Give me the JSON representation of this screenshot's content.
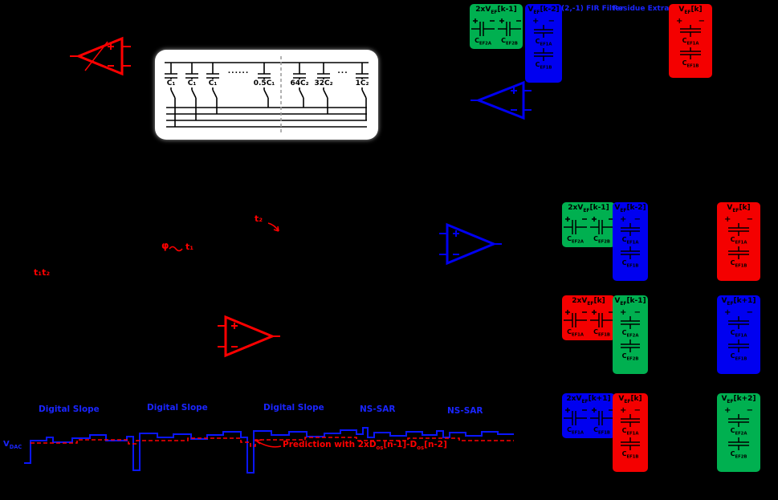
{
  "stage": {
    "background": "#000000"
  },
  "colors": {
    "red": "#ff0000",
    "green": "#00b050",
    "blue": "#0000f0",
    "white": "#ffffff"
  },
  "sym": {
    "plus": "+",
    "minus": "−"
  },
  "cdac": {
    "caps": [
      "C₁",
      "C₁",
      "C₁",
      "0.5C₁",
      "64C₂",
      "32C₂",
      "1C₂"
    ],
    "dots_left": "......",
    "dots_right": "..."
  },
  "fir": {
    "filter_label": "(2,-1) FIR Filter",
    "residue_label": "Residue Extraction"
  },
  "cap_blocks": [
    {
      "header": "2xV<sub>EF</sub>[k-1]",
      "a": "C<sub>EF2A</sub>",
      "b": "C<sub>EF2B</sub>"
    },
    {
      "header": "V<sub>EF</sub>[k-2]",
      "a": "C<sub>EF1A</sub>",
      "b": "C<sub>EF1B</sub>"
    },
    {
      "header": "V<sub>EF</sub>[k]",
      "a": "C<sub>EF1A</sub>",
      "b": "C<sub>EF1B</sub>"
    },
    {
      "header": "2xV<sub>EF</sub>[k-1]",
      "a": "C<sub>EF2A</sub>",
      "b": "C<sub>EF2B</sub>"
    },
    {
      "header": "V<sub>EF</sub>[k-2]",
      "a": "C<sub>EF1A</sub>",
      "b": "C<sub>EF1B</sub>"
    },
    {
      "header": "V<sub>EF</sub>[k]",
      "a": "C<sub>EF1A</sub>",
      "b": "C<sub>EF1B</sub>"
    },
    {
      "header": "2xV<sub>EF</sub>[k]",
      "a": "C<sub>EF1A</sub>",
      "b": "C<sub>EF1B</sub>"
    },
    {
      "header": "V<sub>EF</sub>[k-1]",
      "a": "C<sub>EF2A</sub>",
      "b": "C<sub>EF2B</sub>"
    },
    {
      "header": "V<sub>EF</sub>[k+1]",
      "a": "C<sub>EF1A</sub>",
      "b": "C<sub>EF1B</sub>"
    },
    {
      "header": "2xV<sub>EF</sub>[k+1]",
      "a": "C<sub>EF1A</sub>",
      "b": "C<sub>EF1B</sub>"
    },
    {
      "header": "V<sub>EF</sub>[k]",
      "a": "C<sub>EF1A</sub>",
      "b": "C<sub>EF1B</sub>"
    },
    {
      "header": "V<sub>EF</sub>[k+2]",
      "a": "C<sub>EF2A</sub>",
      "b": "C<sub>EF2B</sub>"
    }
  ],
  "timing": {
    "t2": "t₂",
    "phi": "φ",
    "t1": "t₁",
    "t1t2": "t₁t₂"
  },
  "waveform": {
    "labels": [
      "Digital Slope",
      "Digital Slope",
      "Digital Slope",
      "NS-SAR",
      "NS-SAR"
    ],
    "vdac": "V<sub>DAC</sub>",
    "prediction": "Prediction with 2xD<sub>os</sub>[n-1]-D<sub>os</sub>[n-2]"
  }
}
